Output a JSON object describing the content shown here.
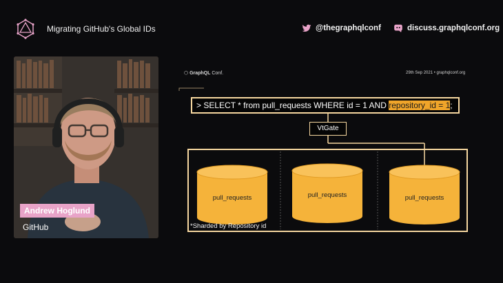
{
  "header": {
    "title": "Migrating GitHub's Global IDs",
    "twitter": "@thegraphqlconf",
    "discuss": "discuss.graphqlconf.org"
  },
  "speaker": {
    "name": "Andrew Hoglund",
    "company": "GitHub"
  },
  "slide": {
    "logo_bold": "GraphQL",
    "logo_light": " Conf.",
    "date": "29th Sep 2021 • graphqlconf.org",
    "sql_prefix": "> SELECT * from pull_requests WHERE id = 1 AND ",
    "sql_highlight": "repository_id = 1",
    "sql_suffix": ";",
    "vtgate": "VtGate",
    "shards": [
      "pull_requests",
      "pull_requests",
      "pull_requests"
    ],
    "note": "*Sharded by Repository id",
    "colors": {
      "accent": "#f7d8a0",
      "shard_fill": "#f5b33a",
      "highlight": "#f0a52a",
      "badge": "#e8a3c8"
    }
  }
}
